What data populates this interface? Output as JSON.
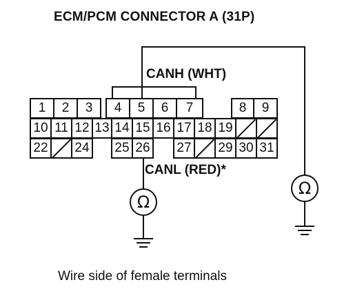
{
  "title": "ECM/PCM CONNECTOR A (31P)",
  "canh_label": "CANH (WHT)",
  "canl_label": "CANL (RED)*",
  "caption": "Wire side of female terminals",
  "ohm_symbol": "Ω",
  "connector": {
    "row1": [
      "1",
      "2",
      "3",
      "4",
      "5",
      "6",
      "7",
      "8",
      "9"
    ],
    "row2": [
      "10",
      "11",
      "12",
      "13",
      "14",
      "15",
      "16",
      "17",
      "18",
      "19",
      "",
      ""
    ],
    "row3": [
      "22",
      "",
      "24",
      "25",
      "26",
      "27",
      "",
      "29",
      "30",
      "31"
    ]
  }
}
